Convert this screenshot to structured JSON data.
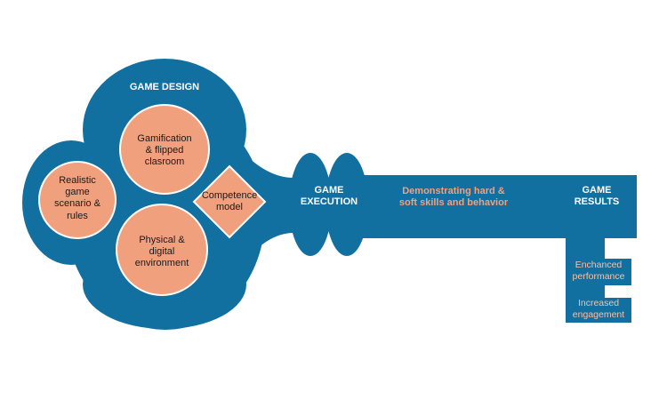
{
  "colors": {
    "key_blue": "#1170a0",
    "circle_fill": "#f0a07d",
    "circle_stroke": "#ffffff",
    "accent_text": "#f2a07b",
    "results_text": "#f2c3a8"
  },
  "design": {
    "title": "GAME DESIGN",
    "circle_top": "Gamification\n& flipped\nclasroom",
    "circle_left": "Realistic\ngame\nscenario &\nrules",
    "circle_bottom": "Physical &\ndigital\nenvironment",
    "diamond": "Competence\nmodel"
  },
  "execution": {
    "title": "GAME\nEXECUTION"
  },
  "shaft": {
    "label": "Demonstrating hard &\nsoft skills and behavior"
  },
  "results": {
    "title": "GAME\nRESULTS",
    "items": [
      "Enchanced\nperformance",
      "Increased\nengagement"
    ]
  }
}
